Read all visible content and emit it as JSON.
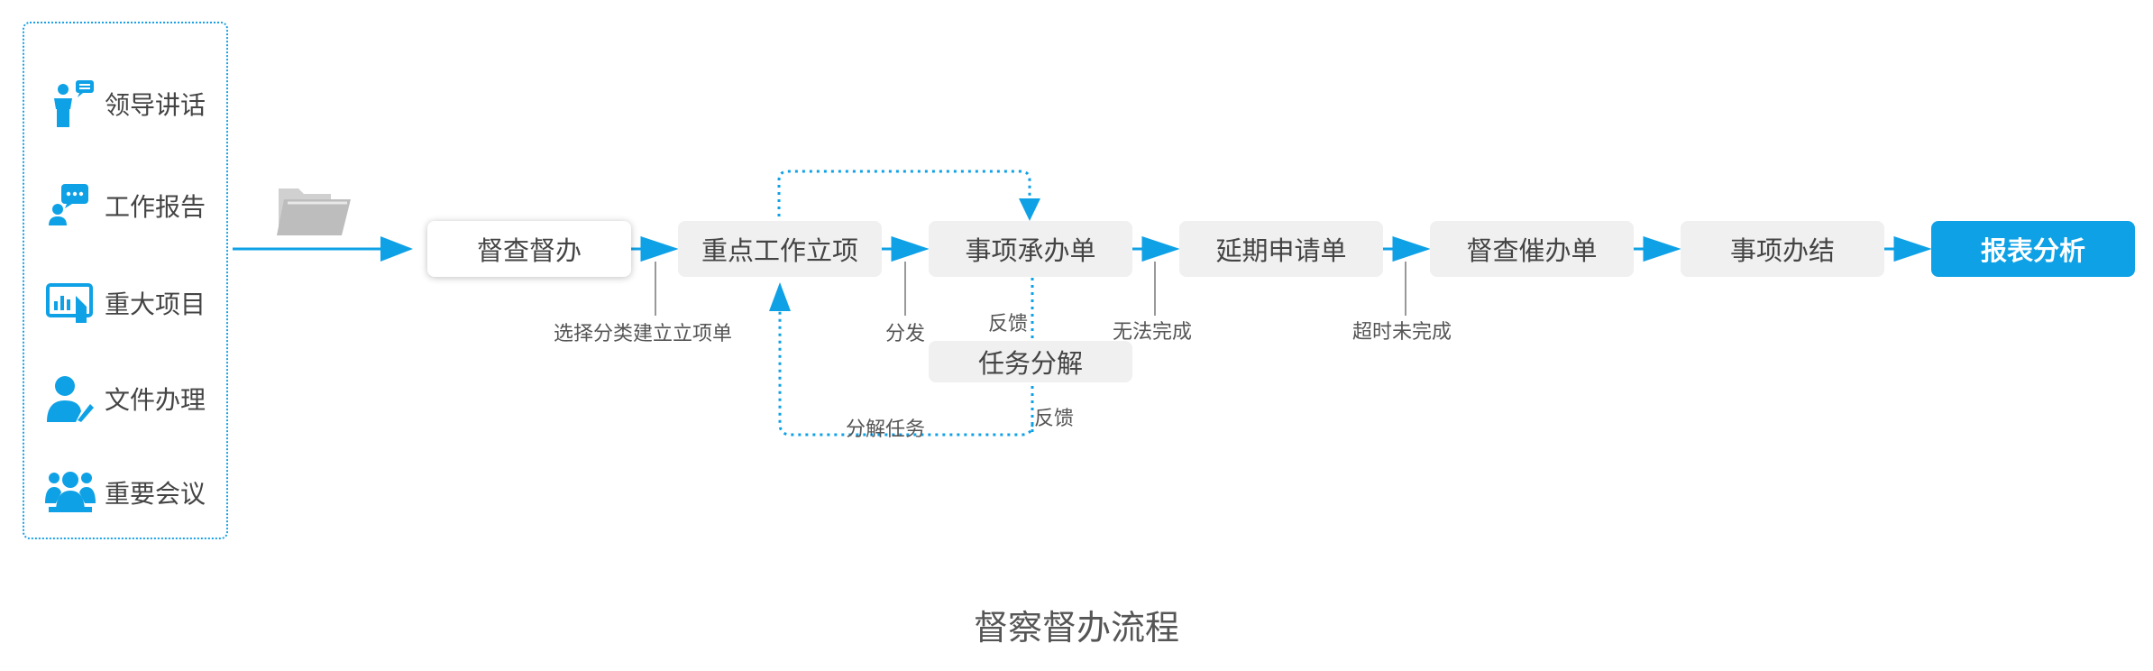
{
  "sources": [
    {
      "label": "领导讲话",
      "icon": "speaker-icon"
    },
    {
      "label": "工作报告",
      "icon": "report-icon"
    },
    {
      "label": "重大项目",
      "icon": "project-icon"
    },
    {
      "label": "文件办理",
      "icon": "document-user-icon"
    },
    {
      "label": "重要会议",
      "icon": "meeting-icon"
    }
  ],
  "steps": {
    "supervise": "督查督办",
    "key_work": "重点工作立项",
    "undertake": "事项承办单",
    "extension": "延期申请单",
    "urge": "督查催办单",
    "completion": "事项办结",
    "report": "报表分析",
    "decompose": "任务分解"
  },
  "notes": {
    "select_category": "选择分类建立立项单",
    "distribute": "分发",
    "feedback_1": "反馈",
    "cannot_complete": "无法完成",
    "overdue": "超时未完成",
    "decompose_task": "分解任务",
    "feedback_2": "反馈"
  },
  "caption": "督察督办流程",
  "colors": {
    "accent": "#0fa1e6",
    "box_bg": "#f0f0f0",
    "text": "#444444"
  }
}
